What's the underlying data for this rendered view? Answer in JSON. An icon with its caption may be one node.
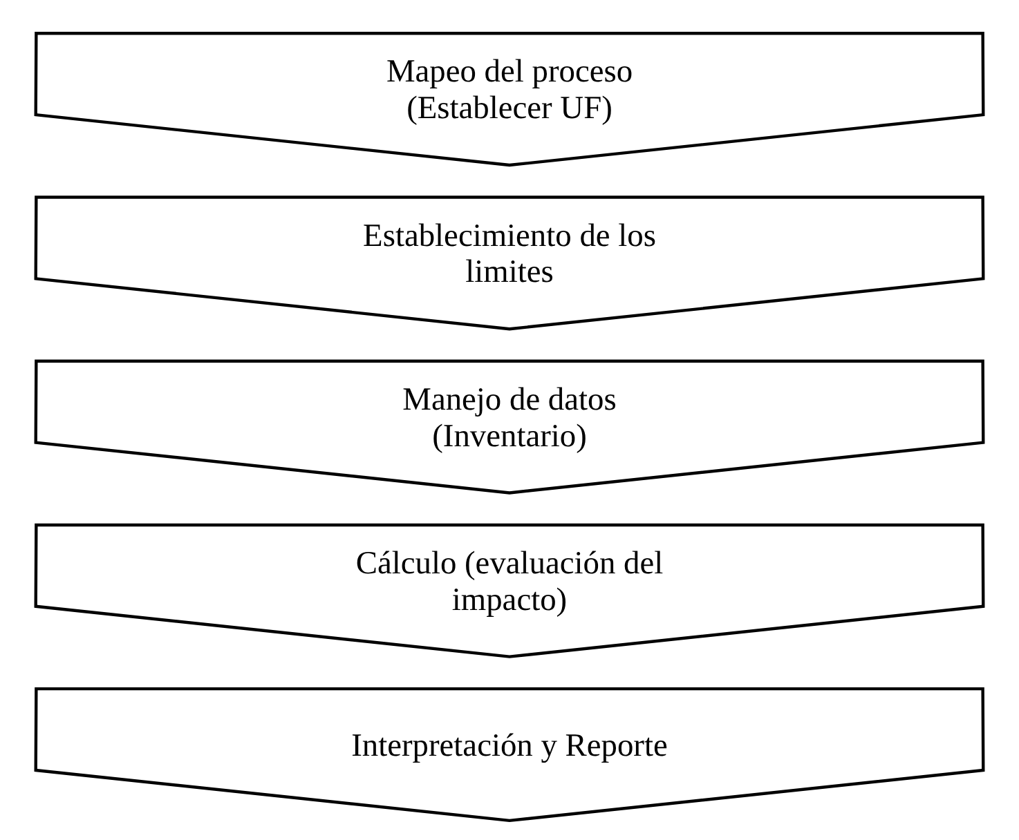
{
  "diagram": {
    "nodes": [
      {
        "text": [
          "Mapeo del proceso (Establecer UF)"
        ]
      },
      {
        "text": [
          "Establecimiento de los limites"
        ]
      },
      {
        "text": [
          "Manejo de datos (Inventario)"
        ]
      },
      {
        "text": [
          "Cálculo (evaluación del impacto)"
        ]
      },
      {
        "text": [
          "Interpretación y Reporte"
        ]
      }
    ]
  }
}
